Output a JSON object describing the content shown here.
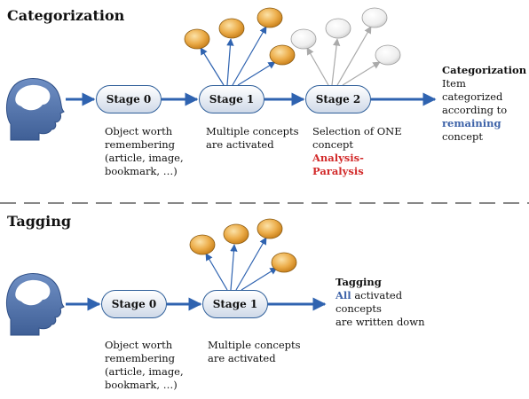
{
  "colors": {
    "flow_arrow": "#2f63b0",
    "inactive_arrow": "#aaaaaa",
    "concept_orange": "#e9a23b",
    "concept_inactive": "#e8e8e8",
    "head": "#4a6fa8",
    "highlight_red": "#d22a2a",
    "highlight_blue": "#3d62a8",
    "divider": "#888888"
  },
  "categorization": {
    "title": "Categorization",
    "stages": [
      "Stage 0",
      "Stage 1",
      "Stage 2"
    ],
    "stage0_caption": [
      "Object worth",
      "remembering",
      "(article, image,",
      "bookmark, …)"
    ],
    "stage1_caption": [
      "Multiple concepts",
      "are activated"
    ],
    "stage2_caption": [
      "Selection of ONE",
      "concept"
    ],
    "stage2_highlight": [
      "Analysis-",
      "Paralysis"
    ],
    "result": {
      "heading": "Categorization",
      "lines": [
        "Item categorized",
        "according to"
      ],
      "highlight": "remaining",
      "last": "concept"
    }
  },
  "tagging": {
    "title": "Tagging",
    "stages": [
      "Stage 0",
      "Stage 1"
    ],
    "stage0_caption": [
      "Object worth",
      "remembering",
      "(article, image,",
      "bookmark, …)"
    ],
    "stage1_caption": [
      "Multiple concepts",
      "are activated"
    ],
    "result": {
      "heading": "Tagging",
      "highlight": "All",
      "first_rest": " activated",
      "lines": [
        "concepts",
        "are written down"
      ]
    }
  }
}
